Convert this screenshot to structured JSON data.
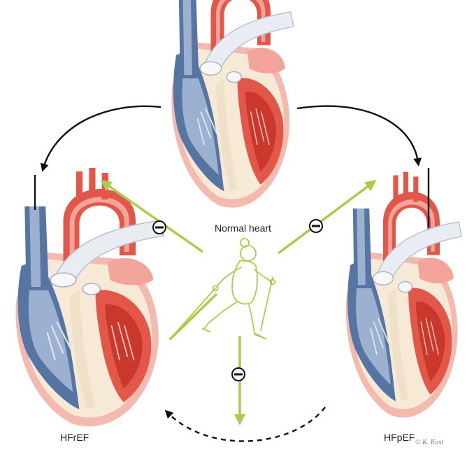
{
  "labels": {
    "normal": "Normal heart",
    "hfref": "HFrEF",
    "hfpef": "HFpEF"
  },
  "inhibit_symbol": "−",
  "signature": "© K. Kast",
  "colors": {
    "arrow_dark": "#111111",
    "arrow_green": "#a9cd4a",
    "blood_red": "#e3574a",
    "red_light": "#f2a49b",
    "vessel_blue": "#5675a3",
    "blue_light": "#9bb1cf",
    "tissue_cream": "#f6ead7"
  },
  "icons": [
    "inhibit-icon",
    "exercising-woman-icon",
    "heart-icon"
  ]
}
